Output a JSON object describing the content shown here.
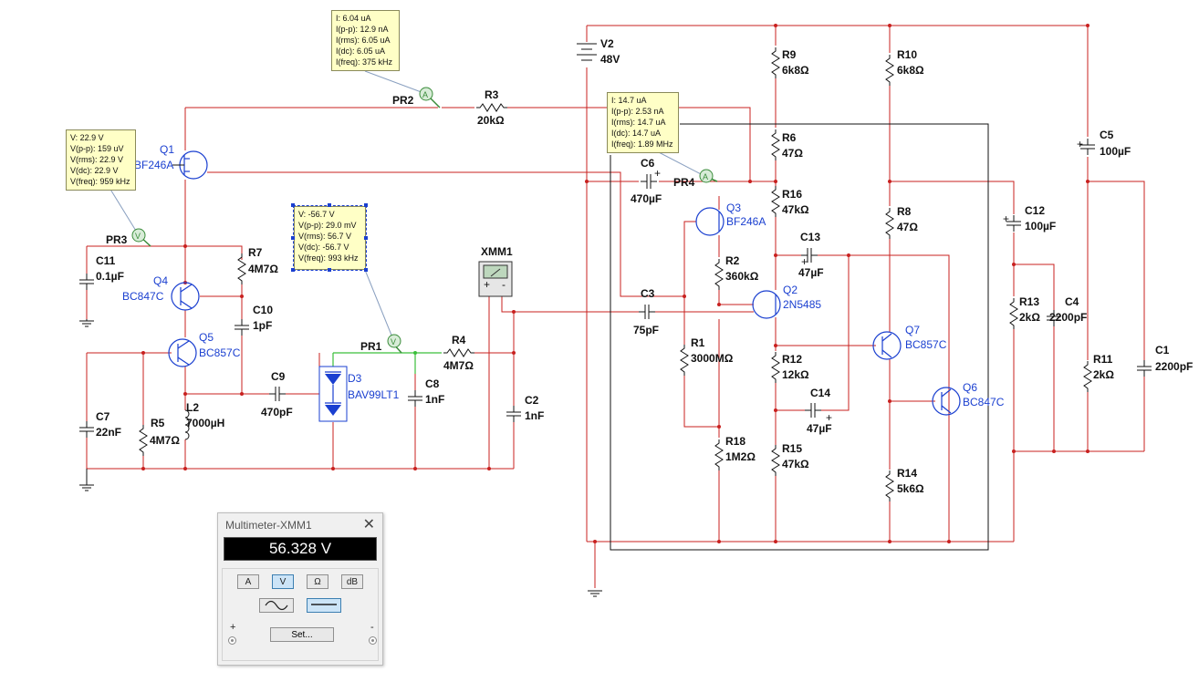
{
  "probes": {
    "pr2": {
      "label": "PR2",
      "kind": "A",
      "lines": [
        "I: 6.04 uA",
        "I(p-p): 12.9 nA",
        "I(rms): 6.05 uA",
        "I(dc): 6.05 uA",
        "I(freq): 375 kHz"
      ]
    },
    "pr3": {
      "label": "PR3",
      "kind": "V",
      "lines": [
        "V: 22.9 V",
        "V(p-p): 159 uV",
        "V(rms): 22.9 V",
        "V(dc): 22.9 V",
        "V(freq): 959 kHz"
      ]
    },
    "pr1": {
      "label": "PR1",
      "kind": "V",
      "lines": [
        "V: -56.7 V",
        "V(p-p): 29.0 mV",
        "V(rms): 56.7 V",
        "V(dc): -56.7 V",
        "V(freq): 993 kHz"
      ]
    },
    "pr4": {
      "label": "PR4",
      "kind": "A",
      "lines": [
        "I: 14.7 uA",
        "I(p-p): 2.53 nA",
        "I(rms): 14.7 uA",
        "I(dc): 14.7 uA",
        "I(freq): 1.89 MHz"
      ]
    }
  },
  "components": {
    "v2": {
      "ref": "V2",
      "value": "48V"
    },
    "r3": {
      "ref": "R3",
      "value": "20kΩ"
    },
    "q1": {
      "ref": "Q1",
      "value": "BF246A"
    },
    "r7": {
      "ref": "R7",
      "value": "4M7Ω"
    },
    "c11": {
      "ref": "C11",
      "value": "0.1µF"
    },
    "q4": {
      "ref": "Q4",
      "value": "BC847C"
    },
    "c10": {
      "ref": "C10",
      "value": "1pF"
    },
    "q5": {
      "ref": "Q5",
      "value": "BC857C"
    },
    "c9": {
      "ref": "C9",
      "value": "470pF"
    },
    "d3": {
      "ref": "D3",
      "value": "BAV99LT1"
    },
    "c8": {
      "ref": "C8",
      "value": "1nF"
    },
    "r4": {
      "ref": "R4",
      "value": "4M7Ω"
    },
    "c2": {
      "ref": "C2",
      "value": "1nF"
    },
    "c7": {
      "ref": "C7",
      "value": "22nF"
    },
    "r5": {
      "ref": "R5",
      "value": "4M7Ω"
    },
    "l2": {
      "ref": "L2",
      "value": "7000µH"
    },
    "xmm1": {
      "ref": "XMM1"
    },
    "r9": {
      "ref": "R9",
      "value": "6k8Ω"
    },
    "r10": {
      "ref": "R10",
      "value": "6k8Ω"
    },
    "r6": {
      "ref": "R6",
      "value": "47Ω"
    },
    "c6": {
      "ref": "C6",
      "value": "470µF"
    },
    "r16": {
      "ref": "R16",
      "value": "47kΩ"
    },
    "q3": {
      "ref": "Q3",
      "value": "BF246A"
    },
    "c5": {
      "ref": "C5",
      "value": "100µF"
    },
    "r8": {
      "ref": "R8",
      "value": "47Ω"
    },
    "c12": {
      "ref": "C12",
      "value": "100µF"
    },
    "c13": {
      "ref": "C13",
      "value": "47µF"
    },
    "r2": {
      "ref": "R2",
      "value": "360kΩ"
    },
    "c3": {
      "ref": "C3",
      "value": "75pF"
    },
    "q2": {
      "ref": "Q2",
      "value": "2N5485"
    },
    "r13": {
      "ref": "R13",
      "value": "2kΩ"
    },
    "c4": {
      "ref": "C4",
      "value": "2200pF"
    },
    "r1": {
      "ref": "R1",
      "value": "3000MΩ"
    },
    "q7": {
      "ref": "Q7",
      "value": "BC857C"
    },
    "r11": {
      "ref": "R11",
      "value": "2kΩ"
    },
    "c1": {
      "ref": "C1",
      "value": "2200pF"
    },
    "r12": {
      "ref": "R12",
      "value": "12kΩ"
    },
    "c14": {
      "ref": "C14",
      "value": "47µF"
    },
    "q6": {
      "ref": "Q6",
      "value": "BC847C"
    },
    "r18": {
      "ref": "R18",
      "value": "1M2Ω"
    },
    "r15": {
      "ref": "R15",
      "value": "47kΩ"
    },
    "r14": {
      "ref": "R14",
      "value": "5k6Ω"
    }
  },
  "multimeter": {
    "title": "Multimeter-XMM1",
    "close_glyph": "✕",
    "reading": "56.328 V",
    "modes": [
      "A",
      "V",
      "Ω",
      "dB"
    ],
    "active_mode": "V",
    "set_label": "Set...",
    "plus": "+",
    "minus": "-",
    "mini_plus": "+",
    "mini_minus": "-"
  },
  "colors": {
    "wire": "#c8201f",
    "tooltip_bg": "#ffffc6",
    "transistor_blue": "#1a3fd0",
    "selected_wire": "#3bbf3b"
  }
}
